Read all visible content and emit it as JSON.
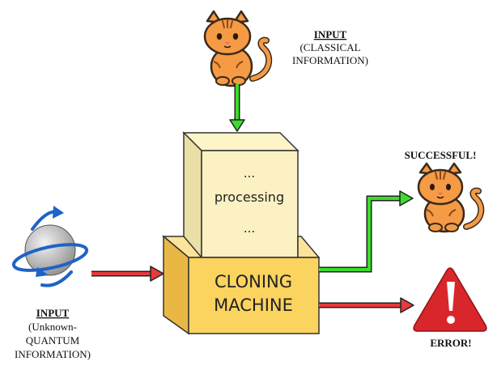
{
  "classical_input": {
    "heading": "INPUT",
    "line1": "(CLASSICAL",
    "line2": "INFORMATION)"
  },
  "quantum_input": {
    "heading": "INPUT",
    "line1": "(Unknown-",
    "line2": "QUANTUM",
    "line3": "INFORMATION)"
  },
  "machine": {
    "top_dots": "...",
    "processing": "processing",
    "bottom_dots": "...",
    "line1": "CLONING",
    "line2": "MACHINE"
  },
  "outputs": {
    "success": "SUCCESSFUL!",
    "error": "ERROR!"
  },
  "colors": {
    "green_arrow": "#3ddc2a",
    "red_arrow": "#e83a3a",
    "box_front": "#fbd35f",
    "box_top": "#fce39a",
    "box_side": "#e9b844",
    "cream_front": "#fbf1c3",
    "cream_side": "#eadfa6",
    "cat_orange": "#f59a45",
    "warning_red": "#d9262b",
    "qubit_blue": "#1e63c6"
  },
  "icons": [
    "cat-icon",
    "qubit-sphere-icon",
    "warning-triangle-icon"
  ]
}
